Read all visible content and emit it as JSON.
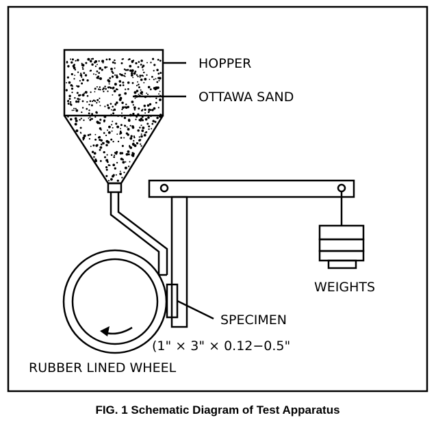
{
  "labels": {
    "hopper": "HOPPER",
    "sand": "OTTAWA SAND",
    "weights": "WEIGHTS",
    "specimen": "SPECIMEN",
    "specimen_dims": "(1\" × 3\" × 0.12−0.5\"",
    "wheel": "RUBBER LINED WHEEL"
  },
  "caption": "FIG. 1  Schematic Diagram of Test Apparatus",
  "colors": {
    "ink": "#000000",
    "paper": "#ffffff"
  }
}
